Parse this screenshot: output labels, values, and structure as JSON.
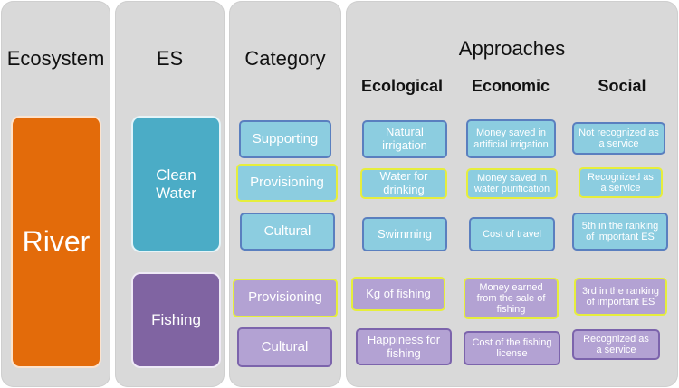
{
  "headers": {
    "ecosystem": "Ecosystem",
    "es": "ES",
    "category": "Category",
    "approaches": "Approaches",
    "ecological": "Ecological",
    "economic": "Economic",
    "social": "Social"
  },
  "ecosystem": {
    "name": "River"
  },
  "es": {
    "clean_water": "Clean Water",
    "fishing": "Fishing"
  },
  "categories": {
    "cw_supporting": "Supporting",
    "cw_provisioning": "Provisioning",
    "cw_cultural": "Cultural",
    "f_provisioning": "Provisioning",
    "f_cultural": "Cultural"
  },
  "ecological": {
    "supporting": "Natural irrigation",
    "provisioning": "Water for drinking",
    "cultural": "Swimming",
    "fishing_provisioning": "Kg of fishing",
    "fishing_cultural": "Happiness for fishing"
  },
  "economic": {
    "supporting": "Money saved in artificial irrigation",
    "provisioning": "Money saved in water purification",
    "cultural": "Cost of travel",
    "fishing_provisioning": "Money earned from the sale of fishing",
    "fishing_cultural": "Cost of the fishing license"
  },
  "social": {
    "supporting": "Not recognized as a service",
    "provisioning": "Recognized as a service",
    "cultural": "5th in the ranking of important ES",
    "fishing_provisioning": "3rd in the ranking of important ES",
    "fishing_cultural": "Recognized as a service"
  },
  "colors": {
    "panel": "#d9d9d9",
    "river": "#e36b0a",
    "clean_water": "#4bacc6",
    "fishing": "#8064a2",
    "blue_box": "#8ccde0",
    "purple_box": "#b3a2d3",
    "highlight_border": "#e6ee3c"
  }
}
